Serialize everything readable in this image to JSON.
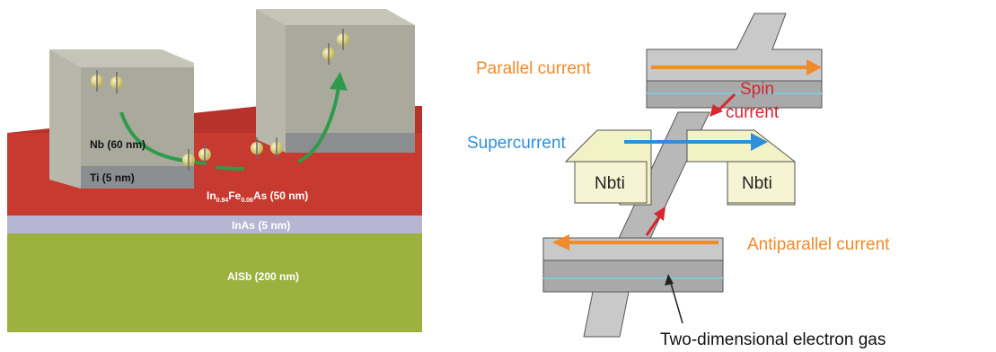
{
  "left_panel": {
    "layers": {
      "nb": "Nb (60 nm)",
      "ti": "Ti (5 nm)",
      "ingaas_prefix": "In",
      "ingaas_sub1": "0.94",
      "ingaas_mid": "Fe",
      "ingaas_sub2": "0.06",
      "ingaas_suffix": "As (50 nm)",
      "inas": "InAs (5 nm)",
      "alsb": "AlSb (200 nm)"
    },
    "colors": {
      "nb_block": "#a9aa9c",
      "ti_layer": "#8b8d90",
      "ferromagnet": "#c63a2f",
      "inas": "#b7b6d2",
      "alsb": "#9cb13f",
      "spin_arrow": "#2f9a4a",
      "electron": "#d8d07c"
    }
  },
  "right_panel": {
    "labels": {
      "parallel": "Parallel current",
      "spin_line1": "Spin",
      "spin_line2": "current",
      "supercurrent": "Supercurrent",
      "nbti_left": "Nbti",
      "nbti_right": "Nbti",
      "antiparallel": "Antiparallel current",
      "electron_gas": "Two-dimensional electron gas"
    },
    "colors": {
      "orange": "#f08a2a",
      "red": "#d6262e",
      "blue": "#2f8fd8",
      "device_gray": "#b8b8b8",
      "nbti_fill": "#f3f1c6"
    }
  }
}
